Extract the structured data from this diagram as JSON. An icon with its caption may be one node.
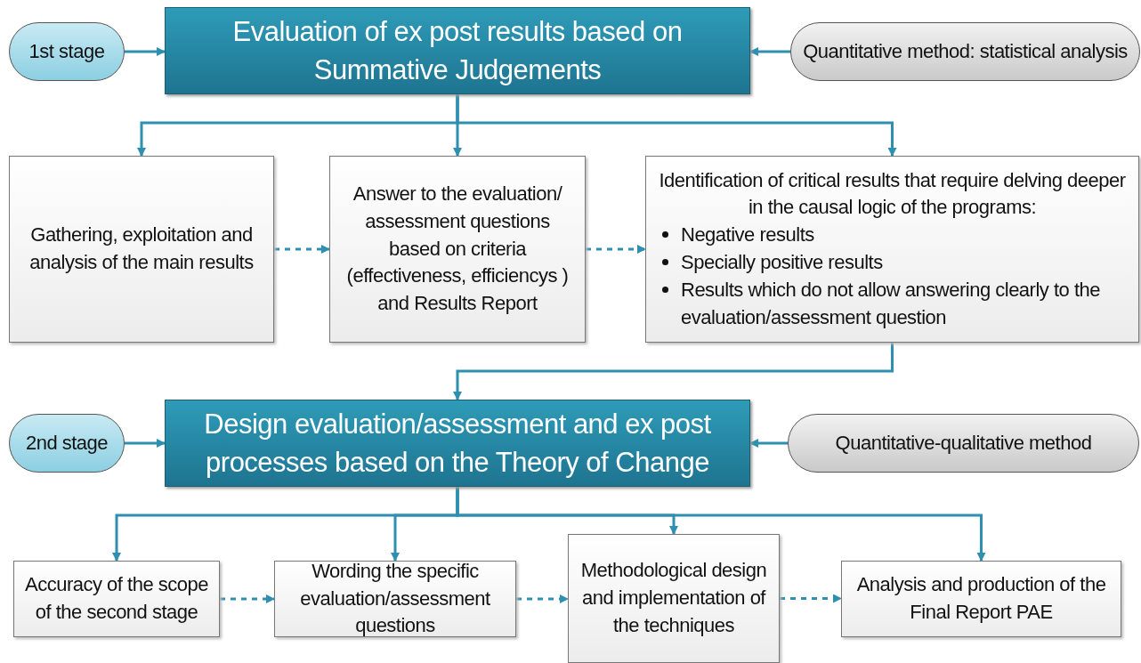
{
  "diagram": {
    "nodes": [
      {
        "text": [
          "1st stage"
        ]
      },
      {
        "text": [
          "Evaluation of ex post results based on Summative Judgements"
        ]
      },
      {
        "text": [
          "Quantitative method: statistical analysis"
        ]
      },
      {
        "text": [
          "Gathering, exploitation and analysis of the main results"
        ]
      },
      {
        "text": [
          "Answer to the evaluation/ assessment questions based on criteria (effectiveness, efficiencys ) and Results Report"
        ]
      },
      {
        "text": [
          "Identification of critical results that require delving deeper in the causal logic of the programs:",
          "Negative results",
          "Specially positive results",
          "Results which do not allow answering clearly to the evaluation/assessment question"
        ]
      },
      {
        "text": [
          "2nd stage"
        ]
      },
      {
        "text": [
          "Design evaluation/assessment and ex post processes based on the Theory of Change"
        ]
      },
      {
        "text": [
          "Quantitative-qualitative method"
        ]
      },
      {
        "text": [
          "Accuracy of the scope of the second stage"
        ]
      },
      {
        "text": [
          "Wording the specific evaluation/assessment questions"
        ]
      },
      {
        "text": [
          "Methodological design and implementation of the techniques"
        ]
      },
      {
        "text": [
          "Analysis and production of the Final Report PAE"
        ]
      }
    ],
    "edges": [
      {
        "from": 0,
        "to": 1,
        "arrow": "to"
      },
      {
        "from": 2,
        "to": 1,
        "arrow": "to"
      },
      {
        "from": 1,
        "to": 3,
        "arrow": "to"
      },
      {
        "from": 1,
        "to": 4,
        "arrow": "to"
      },
      {
        "from": 1,
        "to": 5,
        "arrow": "to"
      },
      {
        "from": 3,
        "to": 4,
        "arrow": "to",
        "style": "dashed"
      },
      {
        "from": 4,
        "to": 5,
        "arrow": "to",
        "style": "dashed"
      },
      {
        "from": 5,
        "to": 7,
        "arrow": "to"
      },
      {
        "from": 6,
        "to": 7,
        "arrow": "to"
      },
      {
        "from": 8,
        "to": 7,
        "arrow": "to"
      },
      {
        "from": 7,
        "to": 9,
        "arrow": "to"
      },
      {
        "from": 7,
        "to": 10,
        "arrow": "to"
      },
      {
        "from": 7,
        "to": 11,
        "arrow": "to"
      },
      {
        "from": 7,
        "to": 12,
        "arrow": "to"
      },
      {
        "from": 9,
        "to": 10,
        "arrow": "to",
        "style": "dashed"
      },
      {
        "from": 10,
        "to": 11,
        "arrow": "to",
        "style": "dashed"
      },
      {
        "from": 11,
        "to": 12,
        "arrow": "to",
        "style": "dashed"
      }
    ]
  }
}
